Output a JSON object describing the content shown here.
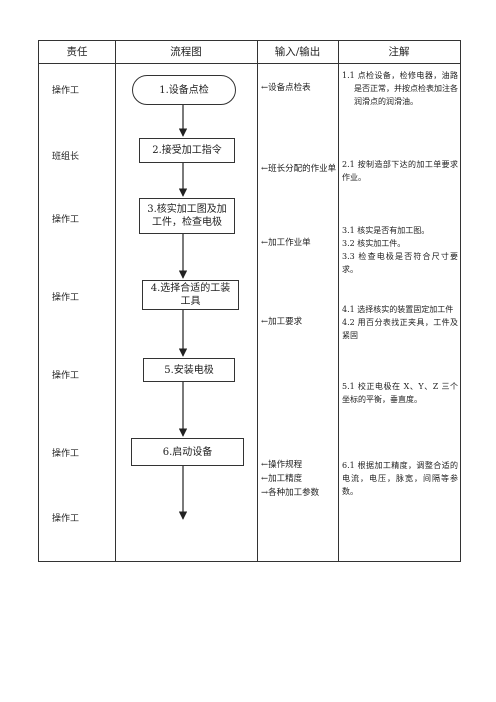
{
  "header": {
    "responsibility": "责任",
    "flowchart": "流程图",
    "io": "输入/输出",
    "notes": "注解"
  },
  "responsibility": [
    "操作工",
    "班组长",
    "操作工",
    "操作工",
    "操作工",
    "操作工",
    "操作工"
  ],
  "steps": [
    "1.设备点检",
    "2.接受加工指令",
    "3.核实加工图及加工件，检查电极",
    "4.选择合适的工装工具",
    "5.安装电极",
    "6.启动设备"
  ],
  "io": [
    "←设备点检表",
    "←班长分配的作业单",
    "←加工作业单",
    "←加工要求",
    "←操作规程",
    "←加工精度",
    "→各种加工参数"
  ],
  "notes": {
    "n1": "1.1  点检设备，检修电器，油路是否正常，并按点检表加注各润滑点的润滑油。",
    "n2": "2.1  按制造部下达的加工单要求作业。",
    "n3a": "3.1 核实是否有加工图。",
    "n3b": "3.2 核实加工件。",
    "n3c": "3.3  检查电极是否符合尺寸要求。",
    "n4a": "4.1  选择核实的装置固定加工件",
    "n4b": "4.2  用百分表找正夹具，工件及紧固",
    "n5": "5.1 校正电极在 X、Y、Z 三个坐标的平衡，垂直度。",
    "n6": "6.1  根据加工精度，调整合适的电流，电压，脉宽，间隔等参数。"
  }
}
